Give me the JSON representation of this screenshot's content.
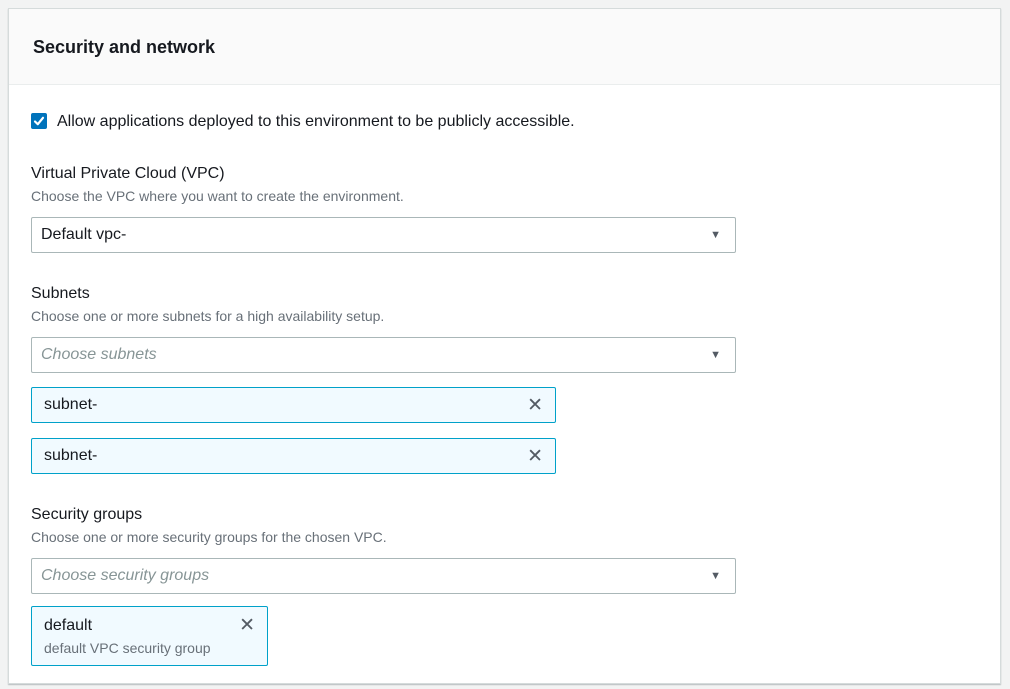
{
  "colors": {
    "accent_blue": "#0073bb",
    "token_border": "#00a1c9",
    "token_background": "#f1faff",
    "text_primary": "#16191f",
    "text_secondary": "#687078",
    "placeholder_text": "#879596",
    "input_border": "#aab7b8",
    "card_border": "#d5dbdb",
    "header_background": "#fafafa",
    "page_background": "#f2f3f3"
  },
  "panel": {
    "title": "Security and network",
    "public_access_checkbox": {
      "checked": true,
      "label": "Allow applications deployed to this environment to be publicly accessible."
    },
    "vpc_field": {
      "label": "Virtual Private Cloud (VPC)",
      "description": "Choose the VPC where you want to create the environment.",
      "selected_value": "Default vpc-"
    },
    "subnets_field": {
      "label": "Subnets",
      "description": "Choose one or more subnets for a high availability setup.",
      "placeholder": "Choose subnets",
      "tokens": [
        {
          "label": "subnet-"
        },
        {
          "label": "subnet-"
        }
      ]
    },
    "security_groups_field": {
      "label": "Security groups",
      "description": "Choose one or more security groups for the chosen VPC.",
      "placeholder": "Choose security groups",
      "tokens": [
        {
          "label": "default",
          "description": "default VPC security group"
        }
      ]
    }
  },
  "icons": {
    "dropdown_arrow": "▼",
    "close": "✕"
  }
}
